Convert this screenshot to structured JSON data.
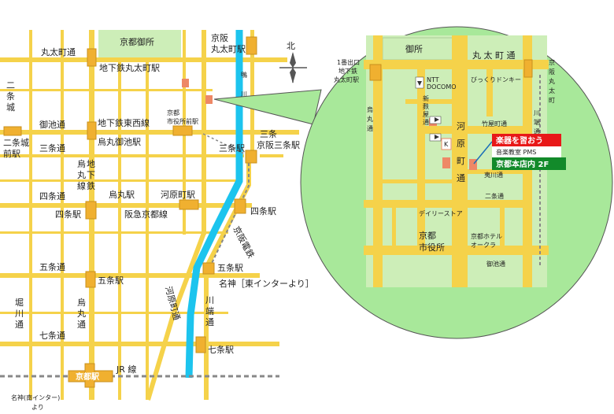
{
  "colors": {
    "road": "#f5d24a",
    "station": "#f0b030",
    "river": "#1cc4ee",
    "park": "#cdeeb8",
    "detail_bg": "#a8e89a",
    "marker": "#ee8866",
    "highlight_red": "#e81818",
    "highlight_green": "#128a2a",
    "rail": "#888888"
  },
  "compass": {
    "label": "北"
  },
  "main_map": {
    "park_label": "京都御所",
    "streets": {
      "marutamachi": "丸太町通",
      "oike": "御池通",
      "sanjo": "三条通",
      "shijo": "四条通",
      "gojo": "五条通",
      "shichijo": "七条通",
      "horikawa": "堀川通",
      "karasuma_v": "烏丸通",
      "kawabata": "川端通",
      "kawaramachi": "河原町通",
      "nijojo": "二条城",
      "nijojo_mae": "前駅",
      "nijo_v": "二条城"
    },
    "stations": {
      "marutamachi": "地下鉄丸太町駅",
      "higashiyama_tozai": "地下鉄東西線",
      "karasuma_oike": "烏丸御池駅",
      "shiyakusho": "京都\n市役所前駅",
      "sanjo": "三条駅",
      "sanjo2": "三条",
      "keihan_sanjo": "京阪三条駅",
      "keihan_maru1": "京阪",
      "keihan_maru2": "丸太町駅",
      "karasuma": "烏丸駅",
      "kawaramachi": "河原町駅",
      "shijo": "四条駅",
      "hankyu": "阪急京都線",
      "shijo_east": "四条駅",
      "gojo": "五条駅",
      "gojo_east": "五条駅",
      "shichijo": "七条駅",
      "kyoto": "京都駅",
      "subway_karasuma": "烏丸地下鉄線",
      "keihan_line": "京阪電鉄",
      "kawaramachi_dori": "河原町通",
      "kawabata_v": "川端通",
      "jr": "JR 線"
    },
    "notes": {
      "meishin": "名神［東インターより］",
      "meishin_south": "名神(南インター)より"
    }
  },
  "detail_map": {
    "park_label": "御所",
    "streets": {
      "marutamachi": "丸 太 町 通",
      "karasuma": "烏丸通",
      "kawaramachi": "河原町通",
      "shinfuyacho": "新\n麸\n屋\n通",
      "takeyamachi": "竹屋町通",
      "ebisugawa": "夷川通",
      "nijo": "二条通",
      "oike": "御池通",
      "kawabata": "川端通"
    },
    "labels": {
      "exit1": "1番出口",
      "exit_station": "地下鉄\n丸太町駅",
      "keihan": "京阪丸太町",
      "ntt": "NTT\nDOCOMO",
      "donki": "びっくりドンキー",
      "daily": "デイリーストア",
      "cityhall": "京都\n市役所",
      "hotel": "京都ホテル\nオークラ",
      "k_mark": "K"
    },
    "callout": {
      "title": "楽器を習おう",
      "line2": "音楽教室 PMS",
      "line3": "京都本店内 2F"
    }
  }
}
